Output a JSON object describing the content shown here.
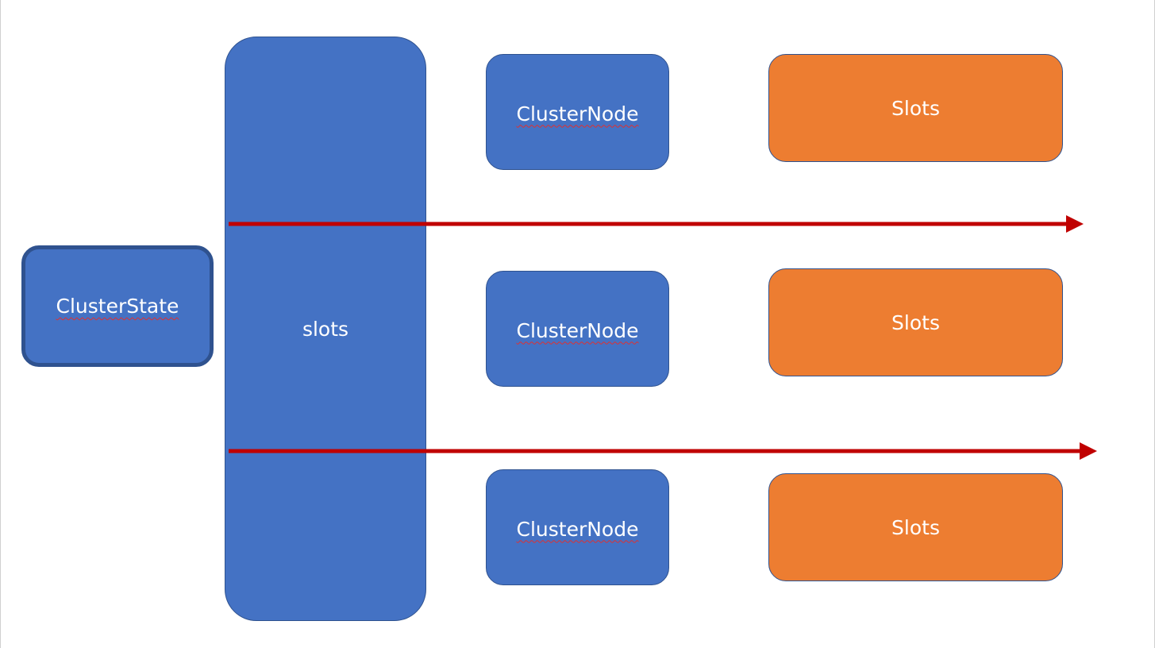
{
  "diagram": {
    "cluster_state": {
      "label": "ClusterState"
    },
    "slots_bar": {
      "label": "slots"
    },
    "nodes": [
      {
        "label": "ClusterNode"
      },
      {
        "label": "ClusterNode"
      },
      {
        "label": "ClusterNode"
      }
    ],
    "slot_boxes": [
      {
        "label": "Slots"
      },
      {
        "label": "Slots"
      },
      {
        "label": "Slots"
      }
    ],
    "colors": {
      "blue_fill": "#4472c4",
      "blue_border": "#2f528f",
      "orange_fill": "#ed7d31",
      "arrow": "#c00000"
    }
  }
}
